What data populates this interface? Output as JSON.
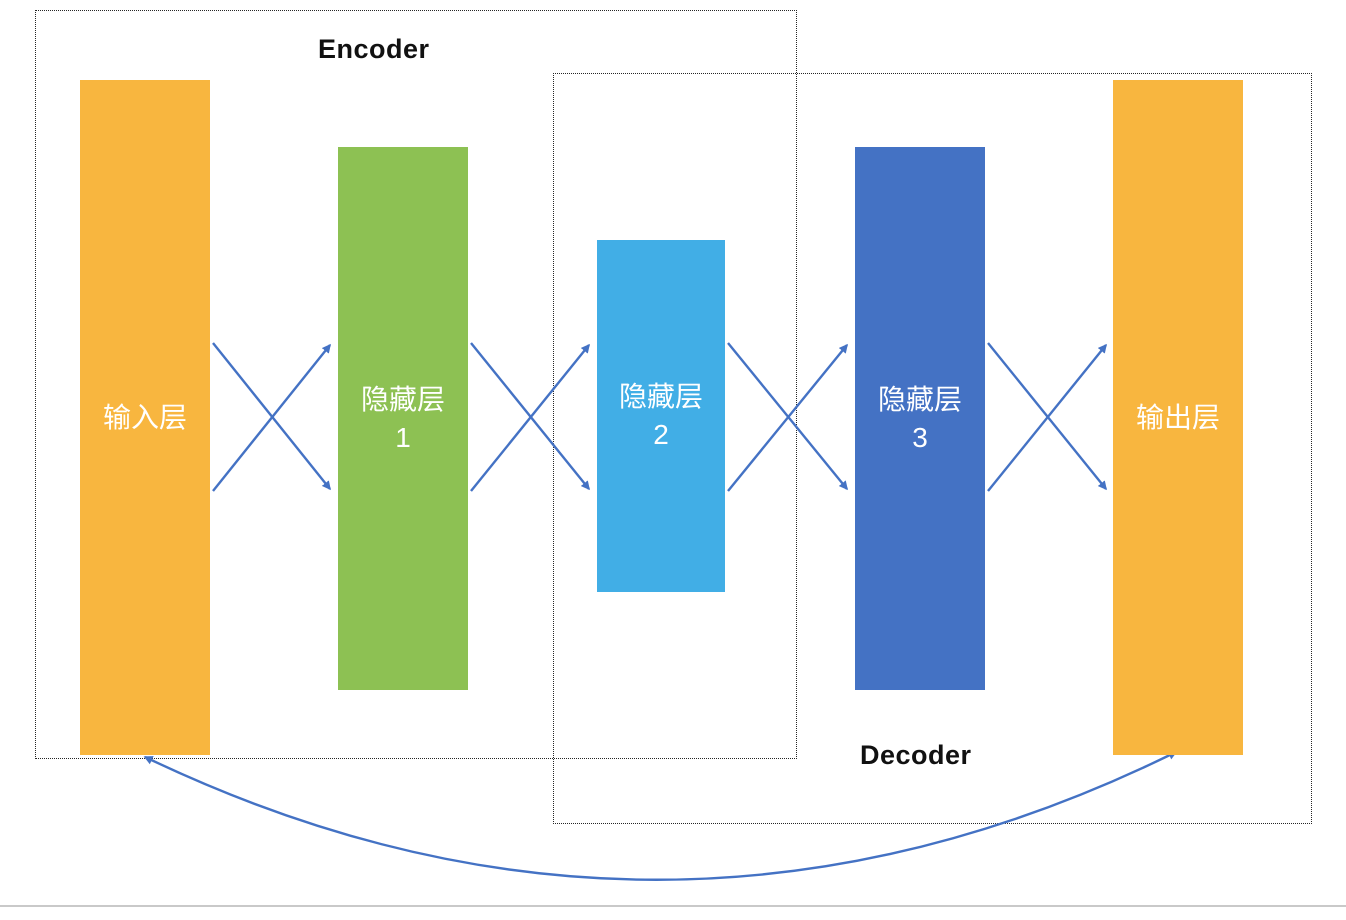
{
  "colors": {
    "arrow": "#4472C4",
    "box-border": "#262626",
    "divider": "#C9C9C9",
    "canvas-bg": "#FFFFFF"
  },
  "diagram": {
    "encoder_label": "Encoder",
    "decoder_label": "Decoder",
    "layers": [
      {
        "name": "input-layer",
        "label": "输入层",
        "color": "#F8B63F"
      },
      {
        "name": "hidden-layer-1",
        "label": "隐藏层",
        "sub": "1",
        "color": "#8DC153"
      },
      {
        "name": "hidden-layer-2",
        "label": "隐藏层",
        "sub": "2",
        "color": "#41AEE6"
      },
      {
        "name": "hidden-layer-3",
        "label": "隐藏层",
        "sub": "3",
        "color": "#4472C4"
      },
      {
        "name": "output-layer",
        "label": "输出层",
        "color": "#F8B63F"
      }
    ]
  }
}
